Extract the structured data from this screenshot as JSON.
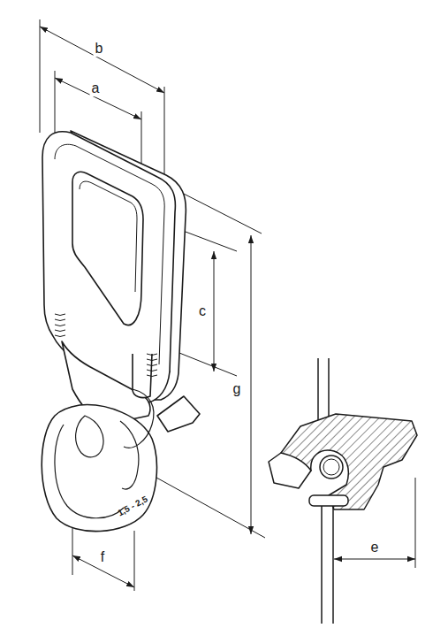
{
  "diagram": {
    "labels": [
      "b",
      "a",
      "c",
      "g",
      "e",
      "f",
      "1,5 - 2,5"
    ]
  }
}
